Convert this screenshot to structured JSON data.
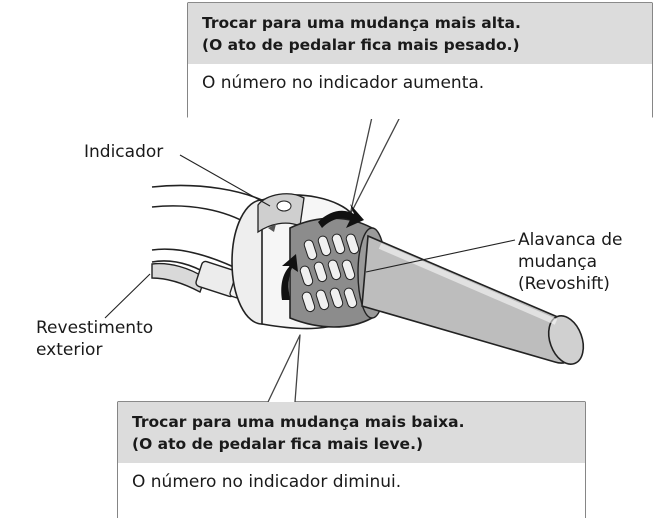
{
  "callouts": {
    "upshift": {
      "title_line1": "Trocar para uma mudança mais alta.",
      "title_line2": "(O ato de pedalar fica mais pesado.)",
      "body": "O número no indicador aumenta."
    },
    "downshift": {
      "title_line1": "Trocar para uma mudança mais baixa.",
      "title_line2": "(O ato de pedalar fica mais leve.)",
      "body": "O número no indicador diminui."
    }
  },
  "labels": {
    "indicator": "Indicador",
    "shift_lever_line1": "Alavanca de",
    "shift_lever_line2": "mudança",
    "shift_lever_line3": "(Revoshift)",
    "outer_casing_line1": "Revestimento",
    "outer_casing_line2": "exterior"
  }
}
